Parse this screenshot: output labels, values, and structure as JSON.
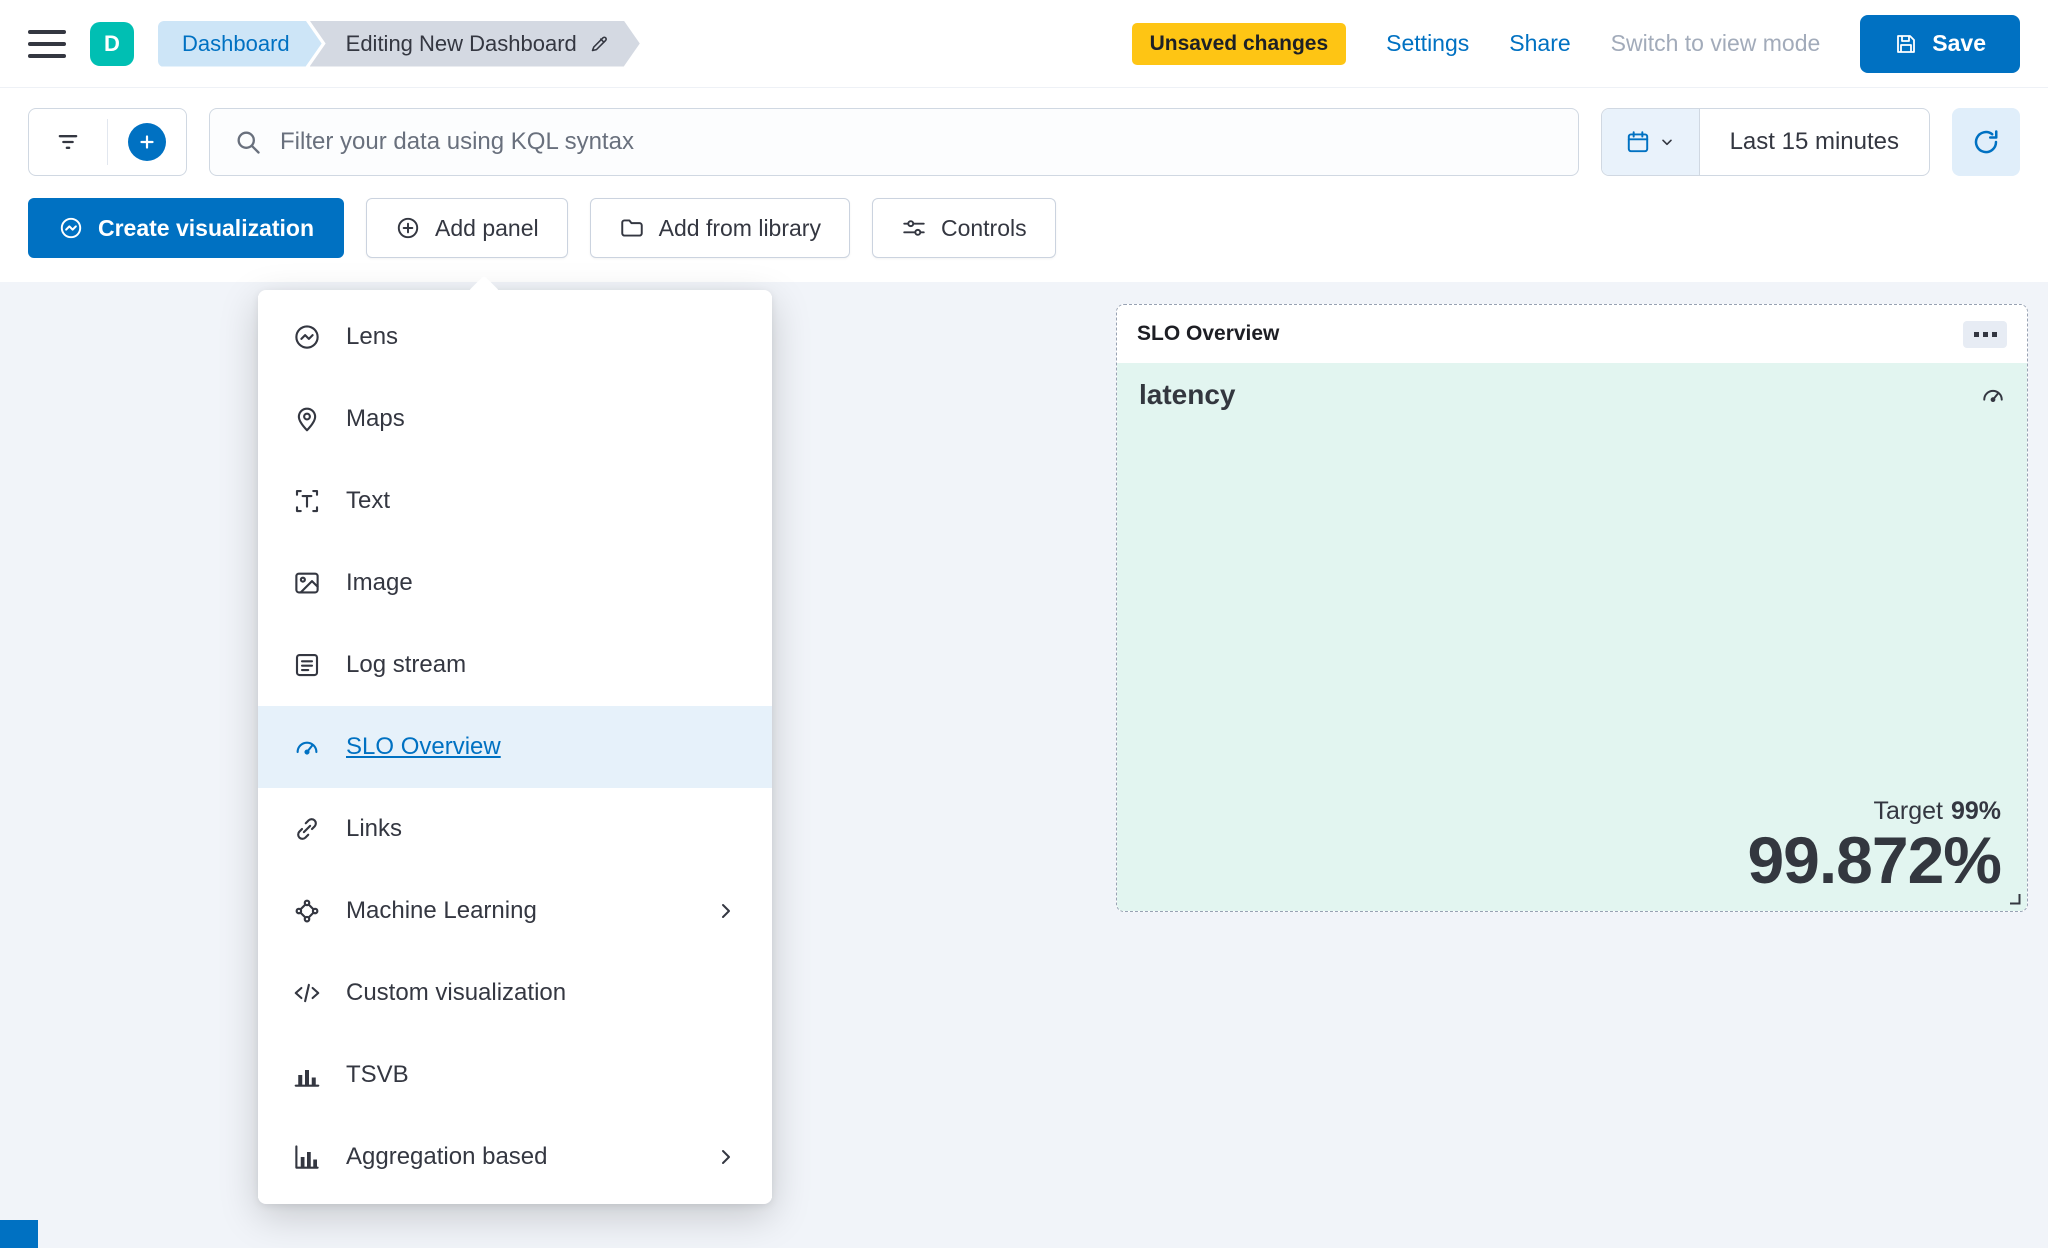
{
  "header": {
    "space_avatar": "D",
    "breadcrumbs": [
      {
        "label": "Dashboard"
      },
      {
        "label": "Editing New Dashboard"
      }
    ],
    "unsaved_badge": "Unsaved changes",
    "settings_link": "Settings",
    "share_link": "Share",
    "switch_view_mode": "Switch to view mode",
    "save_button": "Save"
  },
  "query_bar": {
    "search_placeholder": "Filter your data using KQL syntax",
    "time_range": "Last 15 minutes"
  },
  "toolbar": {
    "create_visualization": "Create visualization",
    "add_panel": "Add panel",
    "add_from_library": "Add from library",
    "controls": "Controls"
  },
  "add_panel_menu": {
    "items": [
      {
        "label": "Lens",
        "icon": "lens-icon",
        "selected": false,
        "has_submenu": false
      },
      {
        "label": "Maps",
        "icon": "maps-icon",
        "selected": false,
        "has_submenu": false
      },
      {
        "label": "Text",
        "icon": "text-icon",
        "selected": false,
        "has_submenu": false
      },
      {
        "label": "Image",
        "icon": "image-icon",
        "selected": false,
        "has_submenu": false
      },
      {
        "label": "Log stream",
        "icon": "log-stream-icon",
        "selected": false,
        "has_submenu": false
      },
      {
        "label": "SLO Overview",
        "icon": "slo-gauge-icon",
        "selected": true,
        "has_submenu": false
      },
      {
        "label": "Links",
        "icon": "links-icon",
        "selected": false,
        "has_submenu": false
      },
      {
        "label": "Machine Learning",
        "icon": "machine-learning-icon",
        "selected": false,
        "has_submenu": true
      },
      {
        "label": "Custom visualization",
        "icon": "code-icon",
        "selected": false,
        "has_submenu": false
      },
      {
        "label": "TSVB",
        "icon": "tsvb-icon",
        "selected": false,
        "has_submenu": false
      },
      {
        "label": "Aggregation based",
        "icon": "bar-chart-icon",
        "selected": false,
        "has_submenu": true
      }
    ]
  },
  "slo_panel": {
    "header_title": "SLO Overview",
    "metric_title": "latency",
    "target_label": "Target",
    "target_value": "99%",
    "big_value": "99.872%"
  },
  "icons": {
    "menu": "hamburger",
    "breadcrumb_edit": "pencil",
    "save": "floppy-disk",
    "filters": "filter-lines",
    "add_filter": "plus-in-circle-filled",
    "search": "magnifier",
    "date_picker": "calendar",
    "date_picker_caret": "chevron-down",
    "refresh": "refresh-arrow",
    "create_visualization": "lens-logo",
    "add_panel": "plus-in-circle-outline",
    "add_from_library": "folder",
    "controls": "sliders",
    "panel_options": "ellipsis-box",
    "slo_metric": "gauge",
    "resize": "corner-resize",
    "submenu": "chevron-right"
  },
  "colors": {
    "primary_blue": "#0071C2",
    "warning_yellow": "#FEC514",
    "space_teal": "#00BFB3",
    "panel_mint": "#E2F5F0",
    "menu_highlight": "#E6F1FA",
    "canvas_background": "#F1F4F9"
  }
}
